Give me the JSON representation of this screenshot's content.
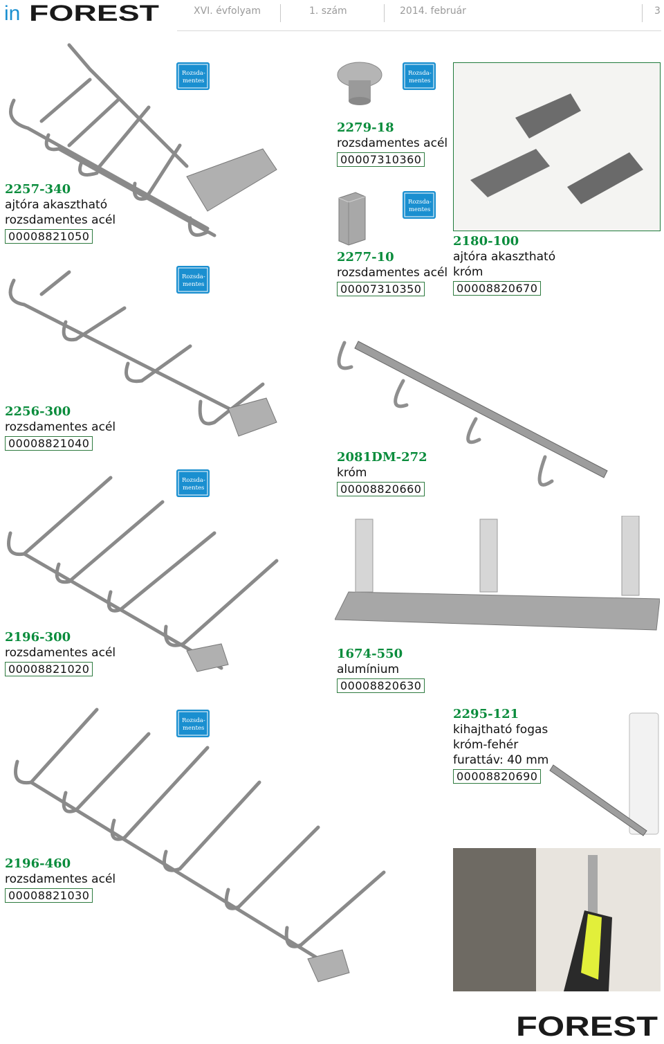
{
  "header": {
    "logo_prefix": "in",
    "logo_main": "FOREST",
    "volume": "XVI. évfolyam",
    "issue": "1. szám",
    "date": "2014. február",
    "page": "3"
  },
  "badge": {
    "line1": "Rozsda-",
    "line2": "mentes"
  },
  "products": [
    {
      "code": "2257-340",
      "lines": [
        "ajtóra akasztható",
        "rozsdamentes acél"
      ],
      "article": "00008821050"
    },
    {
      "code": "2279-18",
      "lines": [
        "rozsdamentes acél"
      ],
      "article": "00007310360"
    },
    {
      "code": "2277-10",
      "lines": [
        "rozsdamentes acél"
      ],
      "article": "00007310350"
    },
    {
      "code": "2180-100",
      "lines": [
        "ajtóra akasztható",
        "króm"
      ],
      "article": "00008820670"
    },
    {
      "code": "2256-300",
      "lines": [
        "rozsdamentes acél"
      ],
      "article": "00008821040"
    },
    {
      "code": "2081DM-272",
      "lines": [
        "króm"
      ],
      "article": "00008820660"
    },
    {
      "code": "2196-300",
      "lines": [
        "rozsdamentes acél"
      ],
      "article": "00008821020"
    },
    {
      "code": "1674-550",
      "lines": [
        "alumínium"
      ],
      "article": "00008820630"
    },
    {
      "code": "2295-121",
      "lines": [
        "kihajtható fogas",
        "króm-fehér",
        "furattáv: 40 mm"
      ],
      "article": "00008820690"
    },
    {
      "code": "2196-460",
      "lines": [
        "rozsdamentes acél"
      ],
      "article": "00008821030"
    }
  ],
  "footer_logo": "FOREST",
  "colors": {
    "accent_green": "#0a8c3c",
    "badge_blue": "#1a8fd0",
    "steel": "#9a9a9a"
  }
}
